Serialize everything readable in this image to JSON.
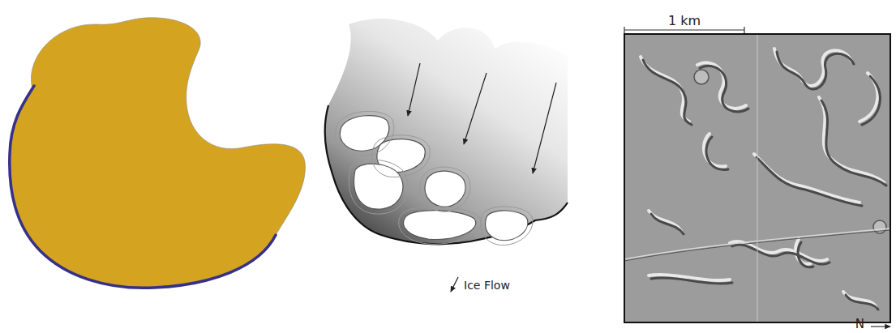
{
  "diagram": {
    "labels": [
      "1 km",
      "N"
    ],
    "legend": [
      {
        "text": "Ice Flow"
      }
    ]
  }
}
